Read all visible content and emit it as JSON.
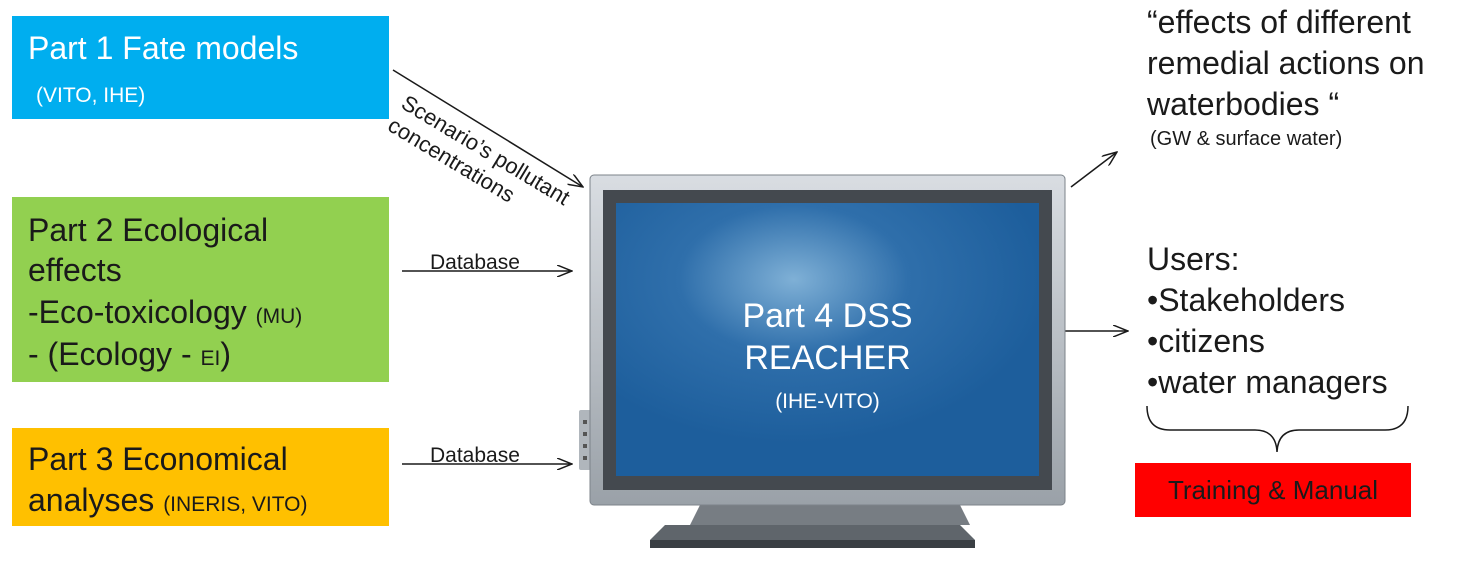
{
  "part1": {
    "title": "Part 1 Fate models",
    "partners": "(VITO,  IHE)"
  },
  "part2": {
    "line1": "Part 2 Ecological",
    "line2": "effects",
    "line3_main": "-Eco-toxicology ",
    "line3_small": "(MU)",
    "line4_main": "- (Ecology - ",
    "line4_small": "EI",
    "line4_end": ")"
  },
  "part3": {
    "line1": "Part 3 Economical",
    "line2_main": "analyses ",
    "line2_small": "(INERIS, VITO)"
  },
  "arrows": {
    "scenario_line1": "Scenario’s pollutant",
    "scenario_line2": "concentrations",
    "database_1": "Database",
    "database_2": "Database"
  },
  "monitor": {
    "title_line1": "Part 4 DSS",
    "title_line2": "REACHER",
    "subtitle": "(IHE-VITO)"
  },
  "effects": {
    "line1": "“effects of different",
    "line2": "remedial actions on",
    "line3": "waterbodies “",
    "note": "(GW & surface water)"
  },
  "users": {
    "heading": "Users:",
    "items": [
      "•Stakeholders",
      "•citizens",
      "•water managers"
    ]
  },
  "training": {
    "label": "Training & Manual"
  }
}
